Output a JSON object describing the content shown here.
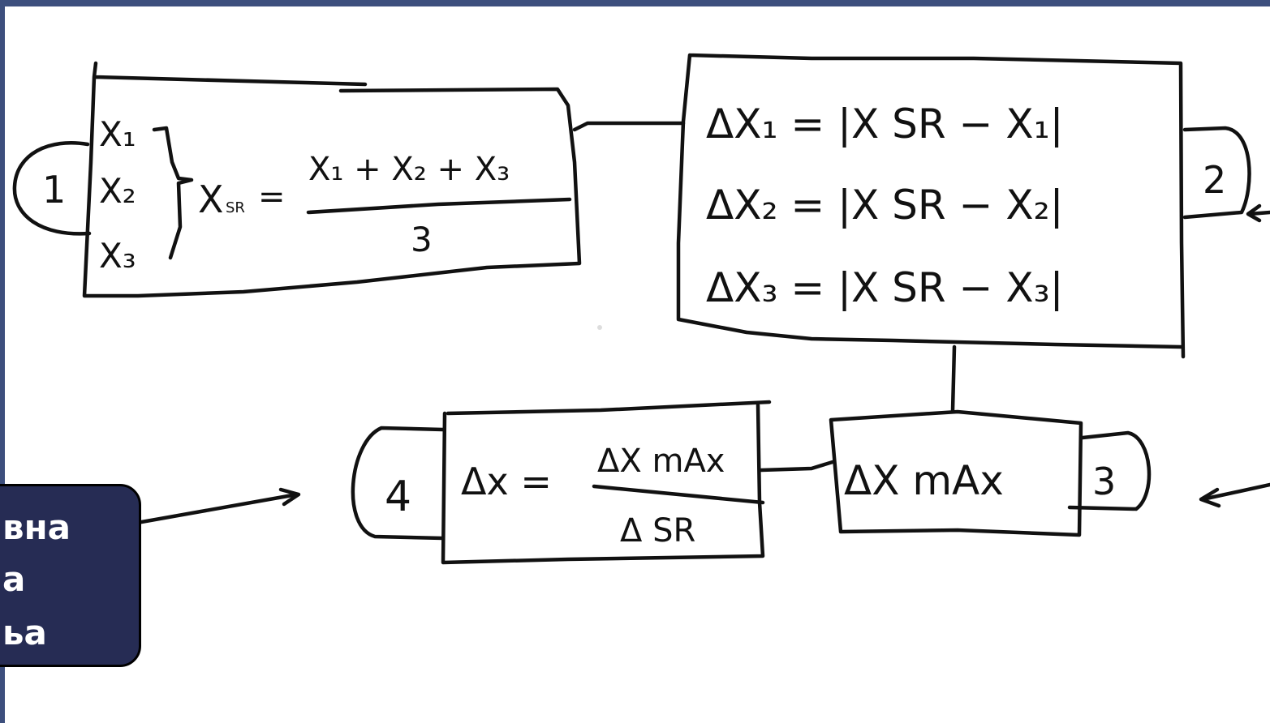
{
  "colors": {
    "frame_border": "#3d4f7d",
    "callout_background": "#262c54",
    "callout_text": "#ffffff",
    "ink": "#111111"
  },
  "step1": {
    "number": "1",
    "inputs": [
      "X₁",
      "X₂",
      "X₃"
    ],
    "lhs": "X",
    "lhs_sub": "SR",
    "equals": "=",
    "numerator": "X₁ + X₂ + X₃",
    "denominator": "3"
  },
  "step2": {
    "number": "2",
    "lines": [
      "ΔX₁ = |X SR − X₁|",
      "ΔX₂ = |X SR − X₂|",
      "ΔX₃ = |X SR − X₃|"
    ]
  },
  "step3": {
    "number": "3",
    "label": "ΔX mAx"
  },
  "step4": {
    "number": "4",
    "lhs": "Δx =",
    "numerator": "ΔX mAx",
    "denominator": "Δ SR"
  },
  "callout": {
    "lines": [
      "вна",
      "а",
      "ьа"
    ]
  }
}
